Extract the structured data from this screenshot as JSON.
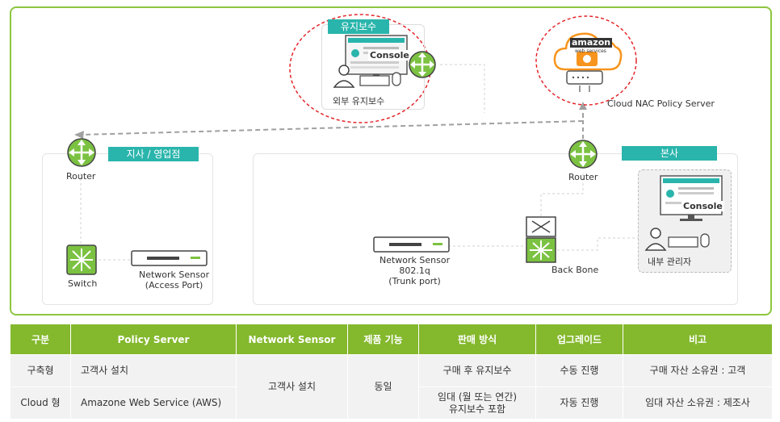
{
  "labels": {
    "maintenance_tag": "유지보수",
    "external_maint": "외부 유지보수",
    "console1": "Console",
    "console2": "Console",
    "cloud_nac": "Cloud NAC Policy Server",
    "aws_logo_text": "amazon",
    "aws_logo_sub": "web services",
    "branch_tag": "지사 / 영업점",
    "hq_tag": "본사",
    "router_branch": "Router",
    "router_hq": "Router",
    "switch": "Switch",
    "sensor_access": "Network Sensor\n(Access Port)",
    "sensor_trunk": "Network Sensor\n802.1q\n(Trunk port)",
    "backbone": "Back Bone",
    "internal_admin": "내부 관리자"
  },
  "colors": {
    "accent_green": "#8dc63f",
    "tag_teal": "#2ab5ac",
    "router_green": "#7cc242",
    "header_green": "#84b82d",
    "red_dashed": "#e3262b",
    "aws_orange": "#f7941d"
  },
  "table": {
    "headers": [
      "구분",
      "Policy Server",
      "Network Sensor",
      "제품 기능",
      "판매 방식",
      "업그레이드",
      "비고"
    ],
    "row1": {
      "type": "구축형",
      "policy_server": "고객사 설치",
      "sales": "구매 후 유지보수",
      "upgrade": "수동 진행",
      "note": "구매 자산 소유권 : 고객"
    },
    "row2": {
      "type": "Cloud 형",
      "policy_server": "Amazone Web Service (AWS)",
      "sales": "임대 (월 또는 연간)\n유지보수 포함",
      "upgrade": "자동 진행",
      "note": "임대 자산 소유권 : 제조사"
    },
    "network_sensor": "고객사 설치",
    "function": "동일"
  }
}
